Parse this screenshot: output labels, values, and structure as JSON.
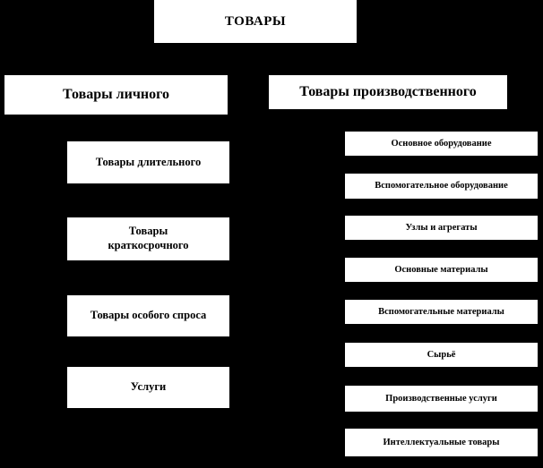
{
  "title": "ТОВАРЫ",
  "left": {
    "header": "Товары личного",
    "items": [
      "Товары длительного",
      "Товары краткосрочного",
      "Товары особого спроса",
      "Услуги"
    ]
  },
  "right": {
    "header": "Товары производственного",
    "items": [
      "Основное оборудование",
      "Вспомогательное оборудование",
      "Узлы и агрегаты",
      "Основные материалы",
      "Вспомогательные материалы",
      "Сырьё",
      "Производственные  услуги",
      "Интеллектуальные  товары"
    ]
  },
  "colors": {
    "background": "#000000",
    "box_background": "#ffffff",
    "box_text": "#000000"
  }
}
